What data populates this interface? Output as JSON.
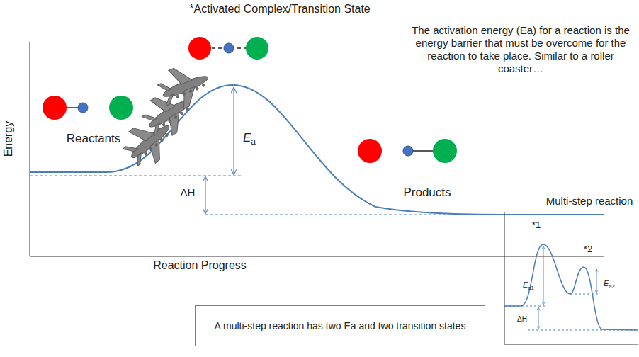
{
  "diagram": {
    "title": "*Activated Complex/Transition State",
    "nodes": [
      {
        "text": [
          "A multi-step reaction has two Ea and two transition states"
        ]
      }
    ],
    "labels": [
      "The activation energy (Ea) for a reaction is the energy barrier that must be overcome for the reaction to take place.  Similar to a roller coaster…",
      "Energy",
      "Reactants",
      "Ea",
      "ΔH",
      "Products",
      "Reaction Progress",
      "Multi-step reaction",
      "*1",
      "*2",
      "Ea1",
      "ΔH",
      "Ea2"
    ]
  }
}
